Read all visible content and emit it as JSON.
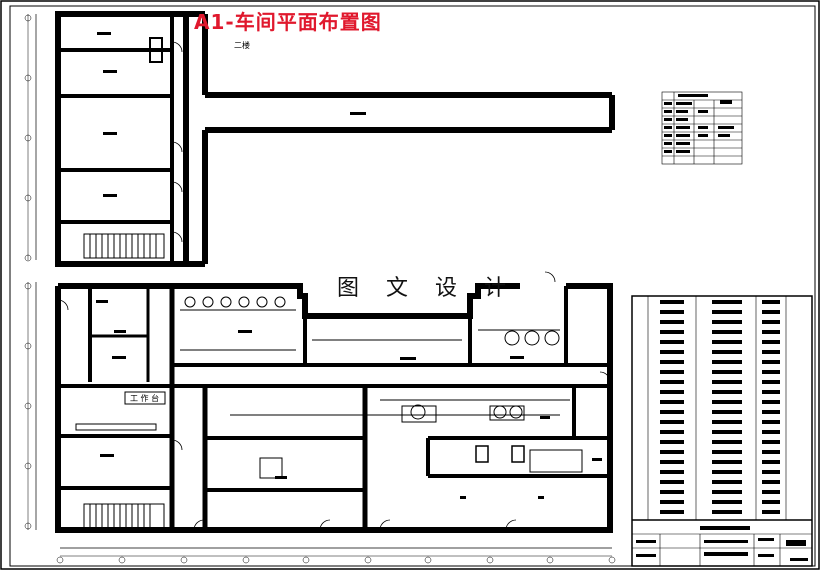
{
  "drawing": {
    "title": "A1-车间平面布置图",
    "watermark": "图 文 设 计",
    "upper_floor_label": "二楼",
    "workbench_label": "工 作 台"
  },
  "colors": {
    "line": "#000000",
    "title": "#e0182d",
    "background": "#ffffff"
  }
}
